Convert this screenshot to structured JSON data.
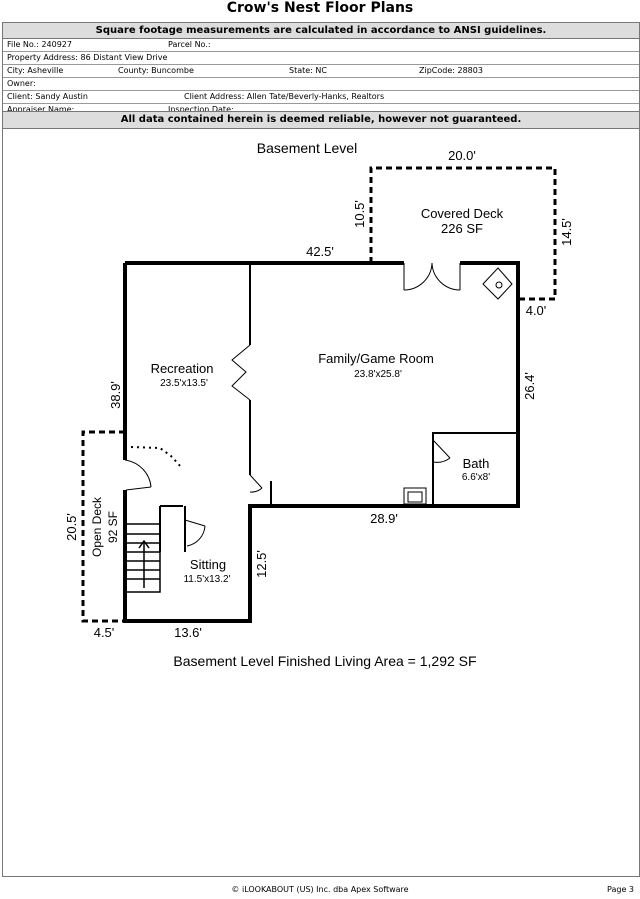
{
  "header": {
    "title": "Crow's Nest Floor Plans",
    "banner": "Square footage measurements are calculated in accordance to ANSI guidelines.",
    "file_no": "File No.: 240927",
    "parcel_no": "Parcel No.:",
    "property_address": "Property Address: 86 Distant View Drive",
    "city": "City: Asheville",
    "county": "County: Buncombe",
    "state": "State: NC",
    "zipcode": "ZipCode: 28803",
    "owner": "Owner:",
    "client": "Client: Sandy Austin",
    "client_address": "Client Address: Allen Tate/Beverly-Hanks, Realtors",
    "appraiser_name": "Appraiser Name:",
    "inspection_date": "Inspection Date:",
    "disclaimer": "All data contained herein is deemed reliable, however not guaranteed."
  },
  "plan": {
    "level_title": "Basement Level",
    "rooms": {
      "covered_deck": "Covered Deck",
      "covered_deck_sf": "226 SF",
      "family_room": "Family/Game Room",
      "family_room_dim": "23.8'x25.8'",
      "recreation": "Recreation",
      "recreation_dim": "23.5'x13.5'",
      "bath": "Bath",
      "bath_dim": "6.6'x8'",
      "sitting": "Sitting",
      "sitting_dim": "11.5'x13.2'",
      "open_deck": "Open Deck",
      "open_deck_sf": "92 SF"
    },
    "dims": {
      "deck_top": "20.0'",
      "deck_left": "10.5'",
      "deck_right": "14.5'",
      "deck_bottom": "4.0'",
      "top_wall": "42.5'",
      "left_wall": "38.9'",
      "right_wall": "26.4'",
      "bottom_right": "28.9'",
      "sitting_right": "12.5'",
      "bottom_left": "13.6'",
      "open_deck_left": "20.5'",
      "open_deck_bottom": "4.5'"
    },
    "summary": "Basement Level Finished Living Area = 1,292 SF"
  },
  "footer": {
    "credit": "© iLOOKABOUT (US) Inc. dba Apex Software",
    "page": "Page 3"
  }
}
